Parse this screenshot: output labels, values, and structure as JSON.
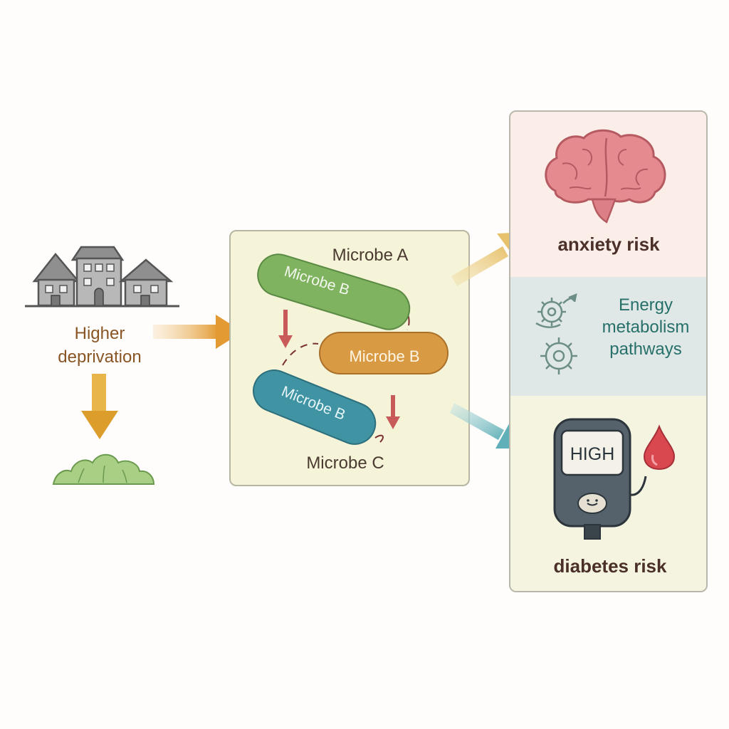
{
  "left": {
    "deprivation_line1": "Higher",
    "deprivation_line2": "deprivation"
  },
  "microbes": {
    "microbe_a": "Microbe A",
    "green_label": "Microbe B",
    "orange_label": "Microbe B",
    "blue_label": "Microbe B",
    "microbe_c": "Microbe C"
  },
  "outcomes": {
    "anxiety": "anxiety risk",
    "energy_line1": "Energy",
    "energy_line2": "metabolism",
    "energy_line3": "pathways",
    "meter_display": "HIGH",
    "diabetes": "diabetes risk"
  },
  "colors": {
    "microbe_green": "#7fb35f",
    "microbe_orange": "#d99a44",
    "microbe_blue": "#3f93a3",
    "arrow_orange": "#e0a23a",
    "arrow_teal": "#6fb8c0",
    "arrow_red": "#c95a5a",
    "brain_pink": "#e58a8f",
    "blood_red": "#d9474f"
  },
  "icons": [
    "houses-icon",
    "down-arrow-icon",
    "shrub-icon",
    "right-arrow-icon",
    "bacteria-icon",
    "brain-icon",
    "gear-icon",
    "glucose-meter-icon",
    "blood-drop-icon"
  ]
}
